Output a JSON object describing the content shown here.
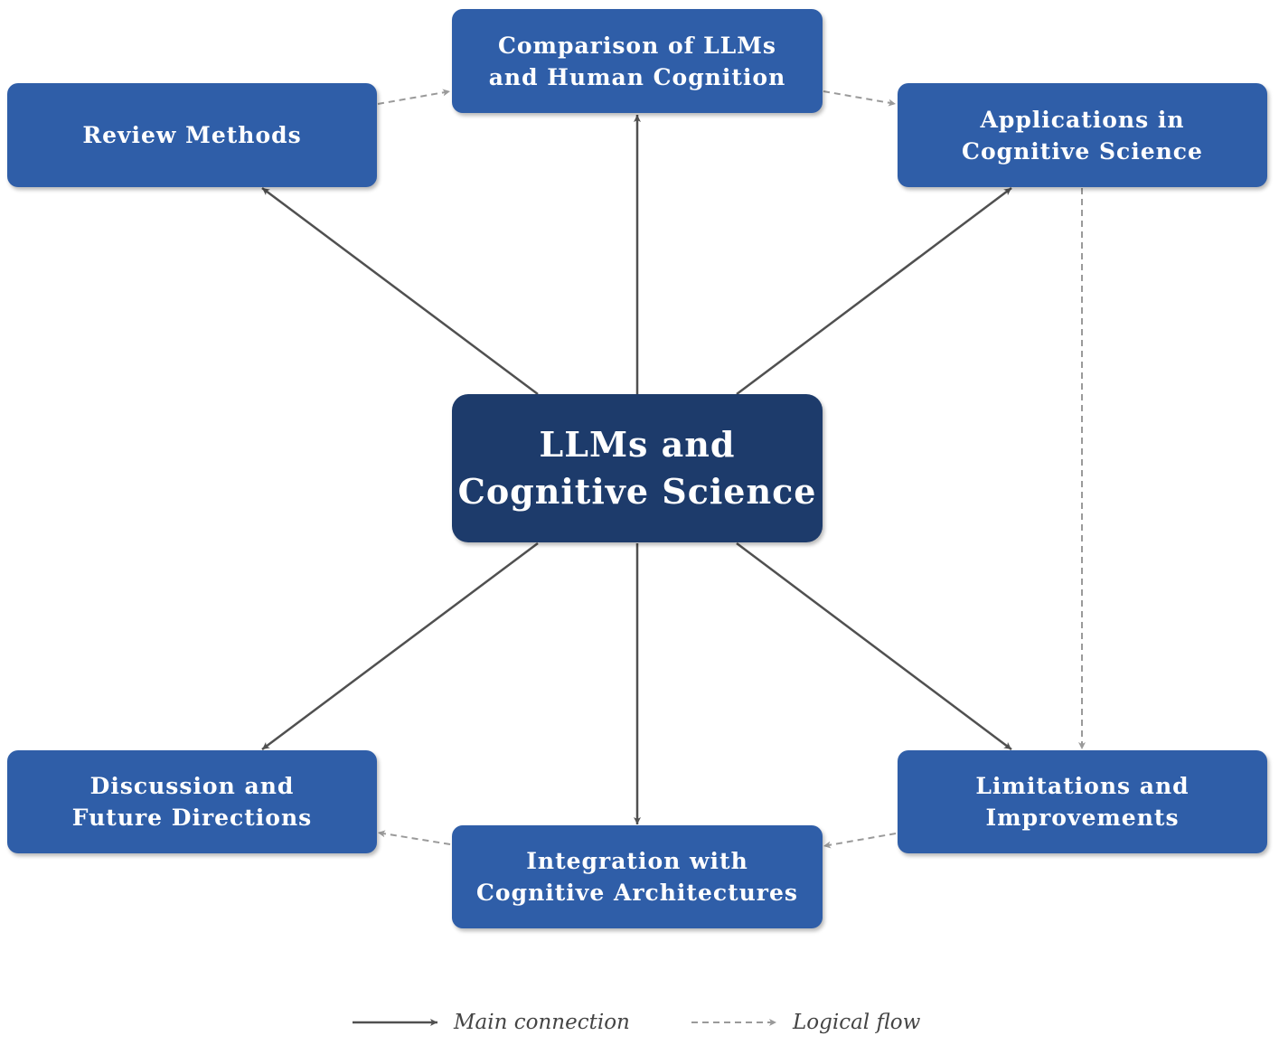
{
  "center": {
    "line1": "LLMs and",
    "line2": "Cognitive Science"
  },
  "nodes": {
    "review_methods": {
      "line1": "Review Methods"
    },
    "comparison": {
      "line1": "Comparison of LLMs",
      "line2": "and Human Cognition"
    },
    "applications": {
      "line1": "Applications in",
      "line2": "Cognitive Science"
    },
    "limitations": {
      "line1": "Limitations and",
      "line2": "Improvements"
    },
    "integration": {
      "line1": "Integration with",
      "line2": "Cognitive Architectures"
    },
    "discussion": {
      "line1": "Discussion and",
      "line2": "Future Directions"
    }
  },
  "edges": {
    "main": [
      {
        "from": "center",
        "to": "review_methods"
      },
      {
        "from": "center",
        "to": "comparison"
      },
      {
        "from": "center",
        "to": "applications"
      },
      {
        "from": "center",
        "to": "discussion"
      },
      {
        "from": "center",
        "to": "integration"
      },
      {
        "from": "center",
        "to": "limitations"
      }
    ],
    "logical_flow": [
      {
        "from": "review_methods",
        "to": "comparison"
      },
      {
        "from": "comparison",
        "to": "applications"
      },
      {
        "from": "applications",
        "to": "limitations"
      },
      {
        "from": "limitations",
        "to": "integration"
      },
      {
        "from": "integration",
        "to": "discussion"
      }
    ]
  },
  "legend": {
    "main_label": "Main connection",
    "logical_label": "Logical flow"
  },
  "colors": {
    "node_fill": "#2f5ea8",
    "center_fill": "#1d3b6b",
    "node_text": "#ffffff",
    "main_arrow": "#505050",
    "logical_arrow": "#9a9a9a"
  }
}
